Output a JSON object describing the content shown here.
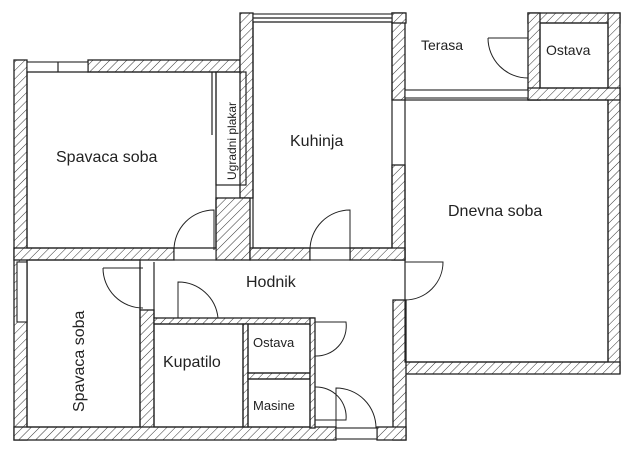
{
  "rooms": {
    "bedroom_1": "Spavaca soba",
    "built_in_closet": "Ugradni plakar",
    "kitchen": "Kuhinja",
    "terrace": "Terasa",
    "storage_terrace": "Ostava",
    "living_room": "Dnevna soba",
    "hallway": "Hodnik",
    "bedroom_2": "Spavaca soba",
    "bathroom": "Kupatilo",
    "storage_hall": "Ostava",
    "machines": "Masine"
  }
}
